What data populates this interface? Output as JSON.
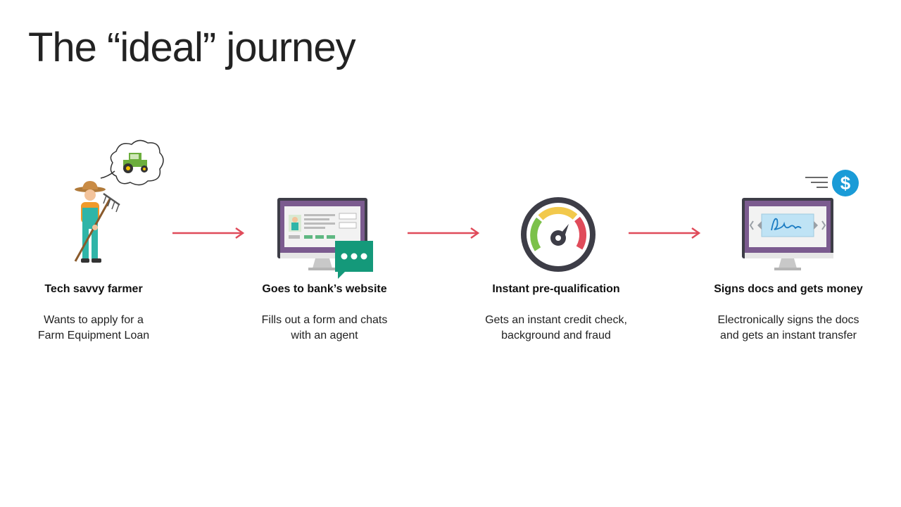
{
  "title": "The “ideal” journey",
  "colors": {
    "arrow": "#e04b5a",
    "monitor_frame": "#3d3d47",
    "screen_purple": "#7b5b8f",
    "chat_green": "#14997a",
    "dollar_blue": "#1a9bd7"
  },
  "steps": [
    {
      "icon": "farmer-icon",
      "title": "Tech savvy farmer",
      "description": [
        "Wants to apply for a",
        "Farm Equipment  Loan"
      ]
    },
    {
      "icon": "bank-website-icon",
      "title": "Goes to bank’s website",
      "description": [
        "Fills out a form and chats",
        "with an agent"
      ]
    },
    {
      "icon": "speedometer-icon",
      "title": "Instant pre-qualification",
      "description": [
        "Gets an instant credit check,",
        "background and fraud"
      ]
    },
    {
      "icon": "esign-money-icon",
      "title": "Signs docs and gets money",
      "description": [
        "Electronically  signs the docs",
        "and gets an instant transfer"
      ]
    }
  ]
}
